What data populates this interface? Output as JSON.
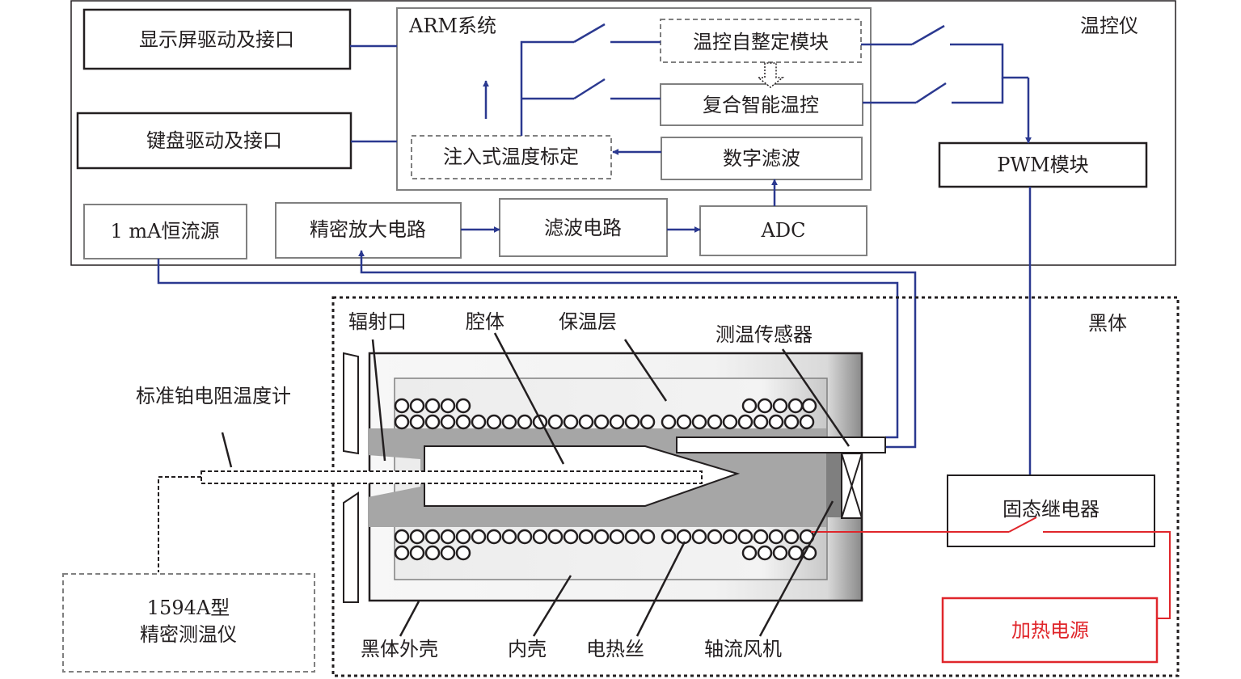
{
  "controller": {
    "title": "温控仪",
    "arm_title": "ARM系统",
    "display": "显示屏驱动及接口",
    "keyboard": "键盘驱动及接口",
    "self_tuning": "温控自整定模块",
    "composite": "复合智能温控",
    "injection": "注入式温度标定",
    "digital_filter": "数字滤波",
    "pwm": "PWM模块",
    "current_source": "1 mA恒流源",
    "amplifier": "精密放大电路",
    "filter_circuit": "滤波电路",
    "adc": "ADC"
  },
  "blackbody": {
    "title": "黑体",
    "radiation_port": "辐射口",
    "cavity": "腔体",
    "insulation": "保温层",
    "sensor": "测温传感器",
    "outer_shell": "黑体外壳",
    "inner_shell": "内壳",
    "heating_wire": "电热丝",
    "fan": "轴流风机",
    "relay": "固态继电器",
    "power": "加热电源"
  },
  "external": {
    "prt": "标准铂电阻温度计",
    "meter_line1": "1594A型",
    "meter_line2": "精密测温仪"
  },
  "colors": {
    "blue": "#2b3990",
    "red": "#e0262b",
    "dark": "#231f20",
    "gray": "#808080"
  }
}
